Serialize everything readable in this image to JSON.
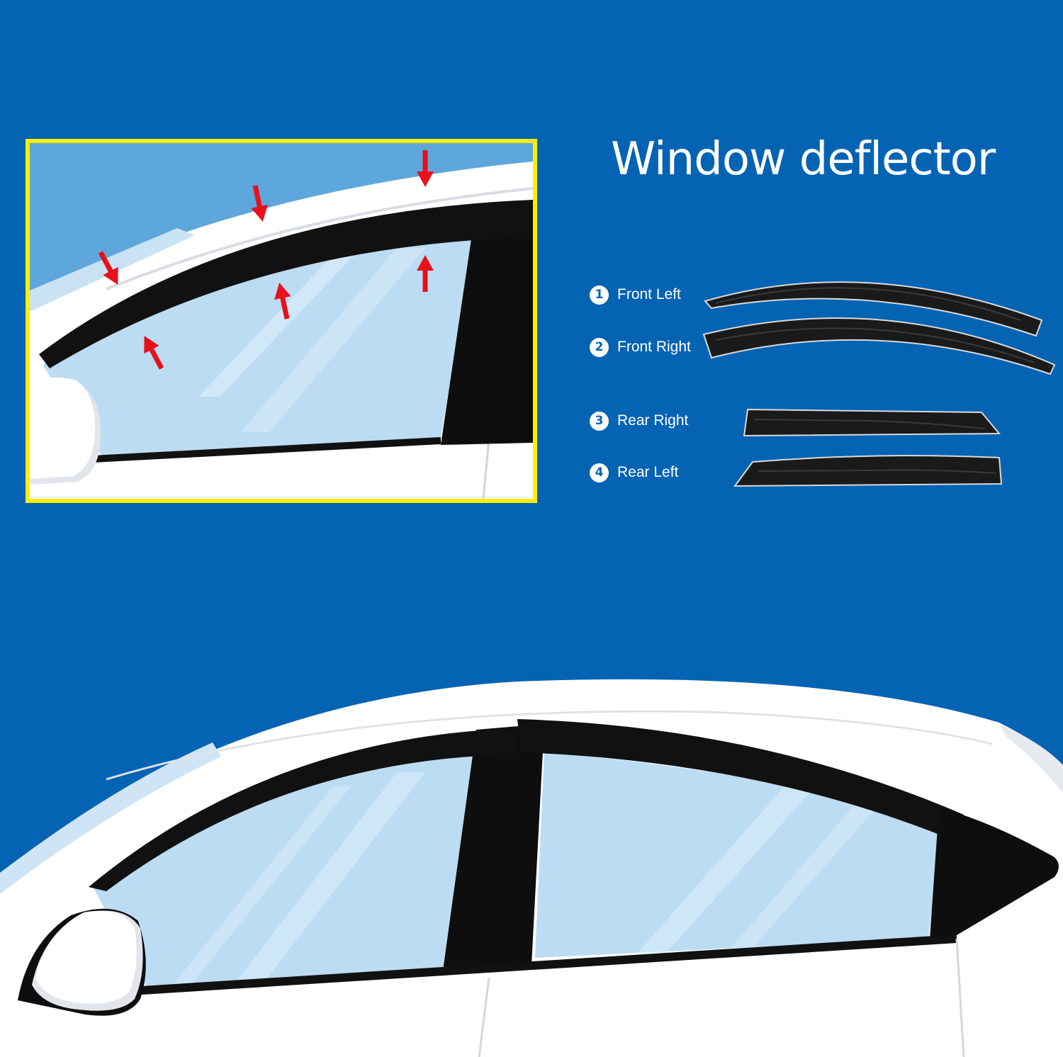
{
  "title": "Window deflector",
  "legend": [
    {
      "number": "1",
      "label": "Front Left"
    },
    {
      "number": "2",
      "label": "Front Right"
    },
    {
      "number": "3",
      "label": "Rear Right"
    },
    {
      "number": "4",
      "label": "Rear Left"
    }
  ],
  "colors": {
    "background": "#0563b3",
    "highlight_frame": "#ffee00",
    "arrow": "#e8101a",
    "car_body": "#ffffff",
    "glass": "#bcdcf3",
    "deflector": "#111111"
  },
  "icons": {
    "arrow": "red-arrow-icon",
    "mirror": "side-mirror-icon"
  }
}
